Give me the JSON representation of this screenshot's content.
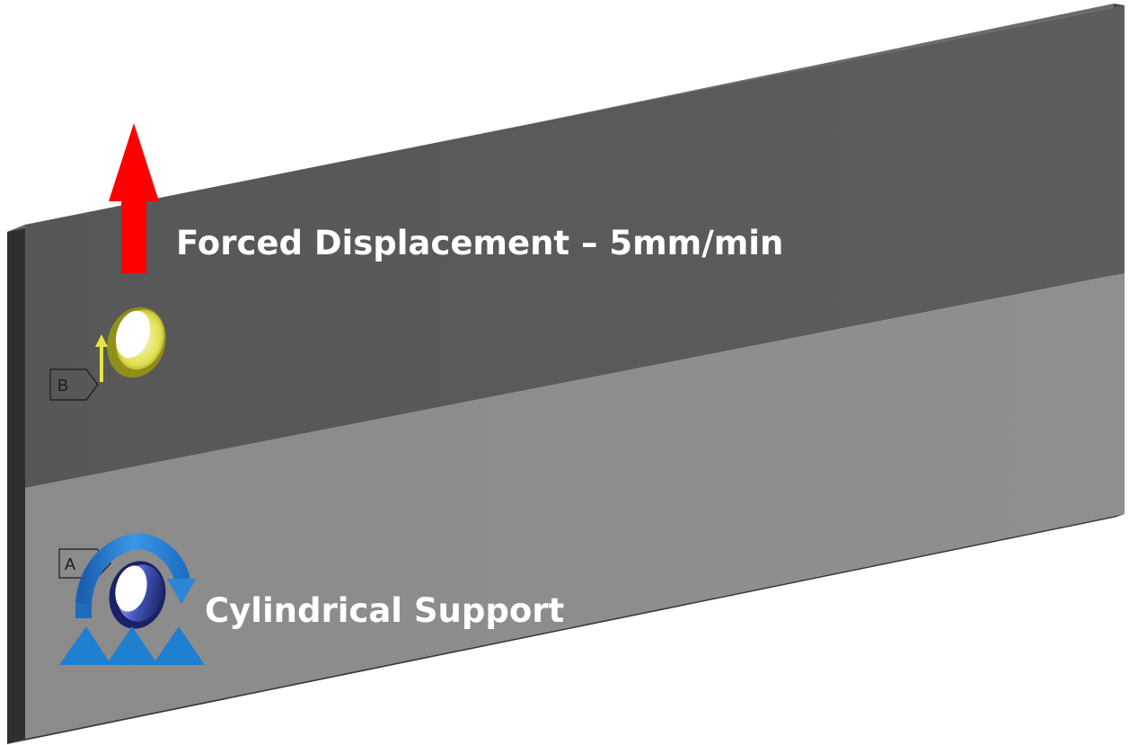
{
  "boundary_conditions": {
    "load": {
      "tag": "B",
      "label": "Forced Displacement – 5mm/min",
      "arrow_color": "#ff0000",
      "hole_color": "#e6e65a"
    },
    "support": {
      "tag": "A",
      "label": "Cylindrical Support",
      "symbol_color": "#1f7fd0",
      "hole_color": "#3344aa"
    }
  },
  "model_colors": {
    "upper_face": "#5a5a5a",
    "lower_face": "#8a8a8a",
    "edge": "#333333",
    "background": "#ffffff"
  }
}
